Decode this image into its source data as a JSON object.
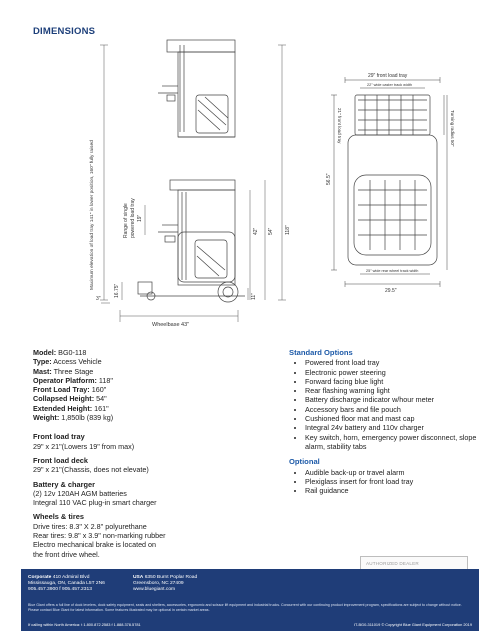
{
  "header": {
    "title": "DIMENSIONS"
  },
  "drawing_labels": {
    "max_elevation": "Maximum elevation of load tray 141\" in lower position, 160\" fully raised",
    "range_single": "Range of single",
    "powered_load": "powered load tray",
    "range_val": "19\"",
    "dim_42": "42\"",
    "dim_54": "54\"",
    "dim_118": "118\"",
    "dim_1675": "16.75\"",
    "dim_3": "3\"",
    "dim_11": "11\"",
    "wheelbase": "Wheelbase 43\"",
    "front_tray_top": "29\" front load tray",
    "caster_track": "22\" wide caster track width",
    "front_load_tray_side": "21\" front load tray",
    "turning_radius": "Turning radius 50\"",
    "dim_565": "56.5\"",
    "rear_wheel_track": "25\" wide rear wheel track width",
    "width_295": "29.5\""
  },
  "specs": {
    "model_label": "Model:",
    "model": "BG0-118",
    "type_label": "Type:",
    "type": "Access Vehicle",
    "mast_label": "Mast:",
    "mast": "Three Stage",
    "platform_label": "Operator Platform:",
    "platform": "118\"",
    "front_tray_label": "Front Load Tray:",
    "front_tray": "160\"",
    "collapsed_label": "Collapsed Height:",
    "collapsed": "54\"",
    "extended_label": "Extended Height:",
    "extended": "161\"",
    "weight_label": "Weight:",
    "weight": "1,850lb (839 kg)",
    "front_load_tray_h": "Front load tray",
    "front_load_tray_v": "29\" x 21\"(Lowers 19\" from max)",
    "front_load_deck_h": "Front load deck",
    "front_load_deck_v": "29\" x 21\"(Chassis, does not elevate)",
    "battery_h": "Battery & charger",
    "battery_1": "(2) 12v 120AH AGM batteries",
    "battery_2": "Integral 110 VAC plug-in smart charger",
    "wheels_h": "Wheels & tires",
    "wheels_1": "Drive tires: 8.3\" X 2.8\" polyurethane",
    "wheels_2": "Rear tires: 9.8\" x 3.9\" non-marking rubber",
    "wheels_3": "Electro mechanical brake is located on",
    "wheels_4": "the front drive wheel."
  },
  "standard_options": {
    "heading": "Standard Options",
    "items": [
      "Powered front load tray",
      "Electronic power steering",
      "Forward facing blue light",
      "Rear flashing warning light",
      "Battery discharge indicator w/hour meter",
      "Accessory bars and file pouch",
      "Cushioned floor mat and mast cap",
      "Integral 24v battery and 110v charger",
      "Key switch, horn, emergency power disconnect, slope alarm, stability tabs"
    ]
  },
  "optional": {
    "heading": "Optional",
    "items": [
      "Audible back-up or travel alarm",
      "Plexiglass insert for front load tray",
      "Rail guidance"
    ]
  },
  "dealer": {
    "label": "AUTHORIZED DEALER"
  },
  "footer": {
    "corporate_label": "Corporate",
    "corporate_line1": "410 Admiral Blvd",
    "corporate_line2": "Mississauga, ON, Canada L5T 2N6",
    "corporate_line3": "905.457.3900  f  905.457.2313",
    "usa_label": "USA",
    "usa_line1": "6350 Burnt Poplar Road",
    "usa_line2": "Greensboro, NC 27409",
    "usa_line3": "www.bluegiant.com",
    "legal": "Blue Giant offers a full line of dock levelers, dock safety equipment, seals and shelters, accessories, ergonomic and scissor lift equipment and industrial trucks. Concurrent with our continuing product improvement program, specifications are subject to change without notice. Please contact Blue Giant for latest information. Some features illustrated may be optional in certain market areas.",
    "calling": "If calling within North America:  t  1.800.872.2583  f  1.888.378.5781",
    "copyright": "IT-BG0-311019 © Copyright Blue Giant Equipment Corporation 2019"
  }
}
